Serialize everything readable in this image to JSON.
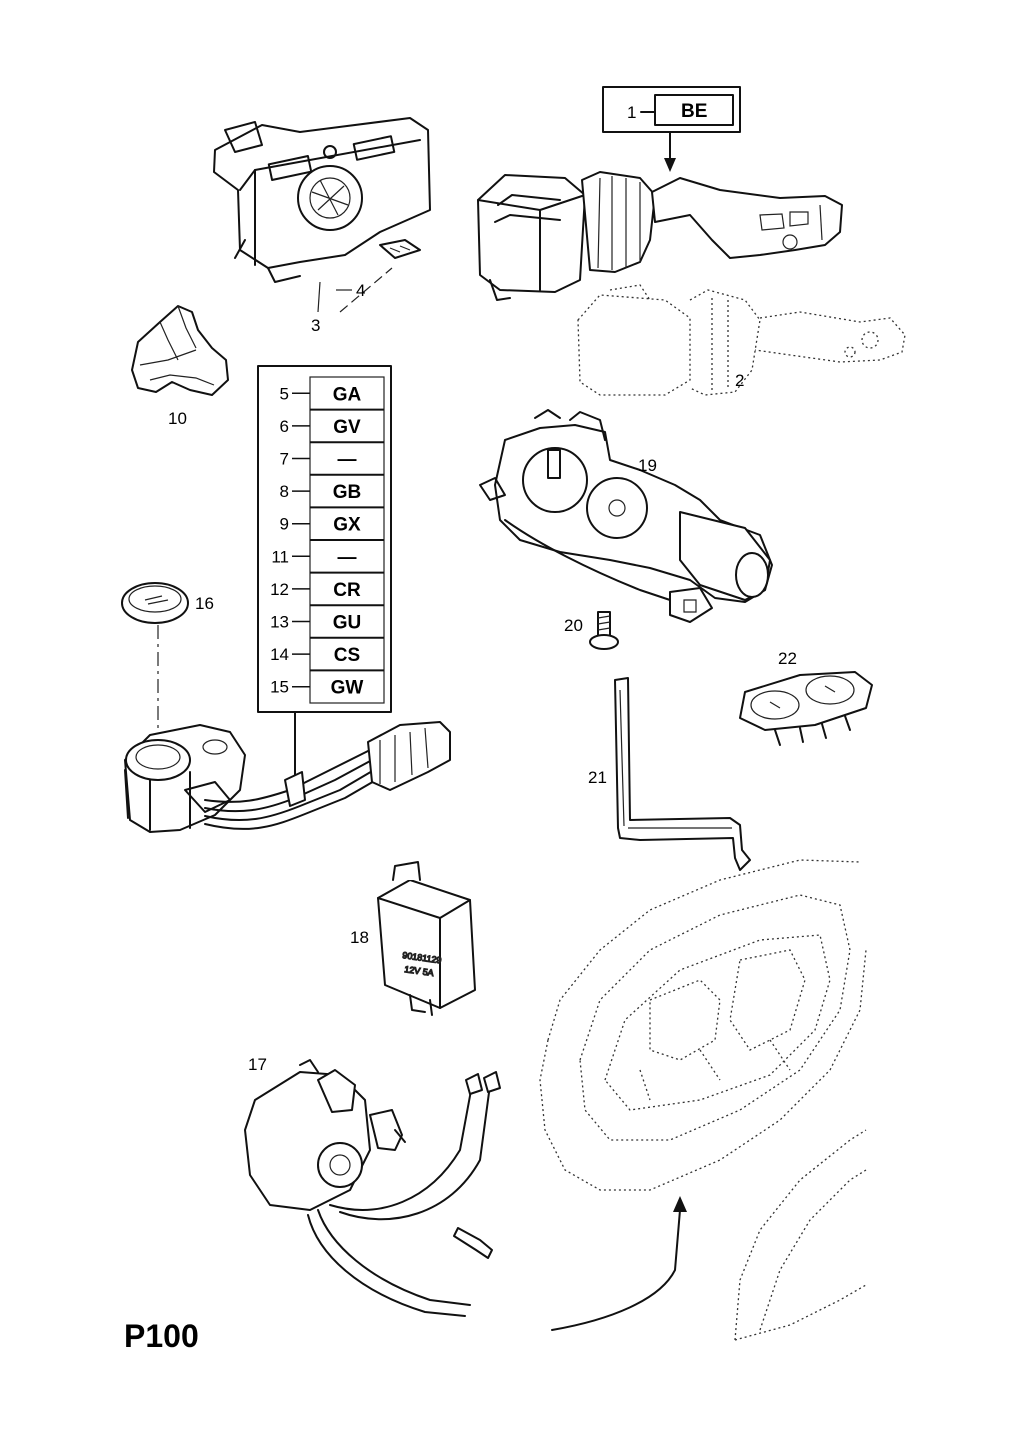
{
  "page_id": "P100",
  "callout_box_1": {
    "number": "1",
    "code": "BE"
  },
  "code_table": [
    {
      "number": "5",
      "code": "GA"
    },
    {
      "number": "6",
      "code": "GV"
    },
    {
      "number": "7",
      "code": "—"
    },
    {
      "number": "8",
      "code": "GB"
    },
    {
      "number": "9",
      "code": "GX"
    },
    {
      "number": "11",
      "code": "—"
    },
    {
      "number": "12",
      "code": "CR"
    },
    {
      "number": "13",
      "code": "GU"
    },
    {
      "number": "14",
      "code": "CS"
    },
    {
      "number": "15",
      "code": "GW"
    }
  ],
  "part_labels": {
    "p2": "2",
    "p3": "3",
    "p4": "4",
    "p10": "10",
    "p16": "16",
    "p17": "17",
    "p18": "18",
    "p19": "19",
    "p20": "20",
    "p21": "21",
    "p22": "22"
  },
  "relay_label": {
    "line1": "90181129",
    "line2": "12V   5A"
  }
}
